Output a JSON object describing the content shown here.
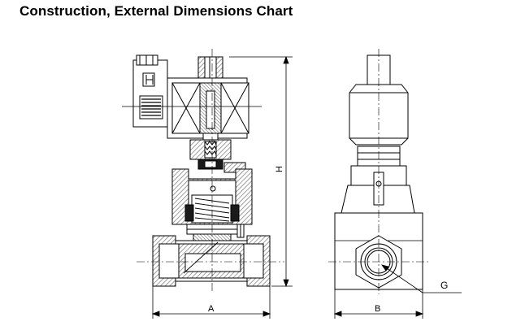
{
  "title": "Construction, External Dimensions Chart",
  "dimensions": {
    "height_label": "H",
    "width_label": "A",
    "depth_label": "B",
    "port_label": "G"
  },
  "colors": {
    "line": "#000000",
    "hatch": "#888888",
    "body_fill": "#f2f2f2",
    "dark_fill": "#1a1a1a"
  }
}
